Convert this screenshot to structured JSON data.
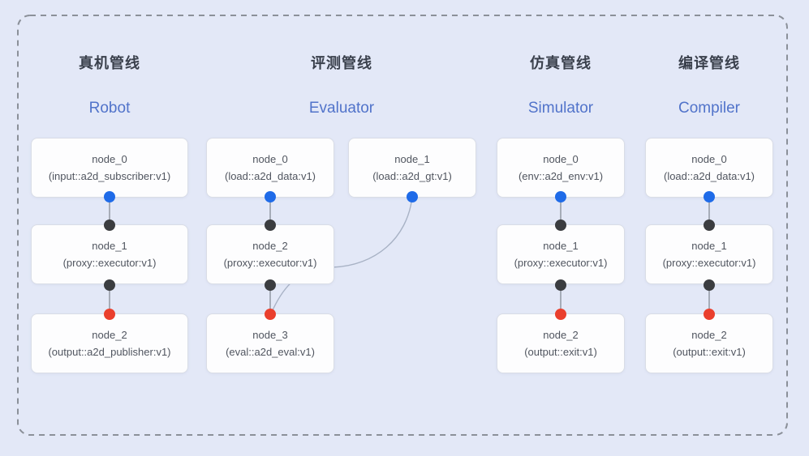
{
  "diagram": {
    "kind": "pipeline-graph",
    "colors": {
      "background": "#e3e8f7",
      "dashed_border": "#8b9099",
      "node_fill": "#fdfdfe",
      "node_border": "#d9dde6",
      "title_zh": "#3a404c",
      "title_en": "#5173ca",
      "input_port_dot": "#1f6be8",
      "link_dot": "#3b3d40",
      "output_port_dot": "#ea3f2d",
      "connector_line": "#8d939e",
      "cross_edge_curve": "#a8b2c5"
    }
  },
  "pipelines": [
    {
      "title_zh": "真机管线",
      "title_en": "Robot",
      "nodes": [
        {
          "name": "node_0",
          "type": "(input::a2d_subscriber:v1)"
        },
        {
          "name": "node_1",
          "type": "(proxy::executor:v1)"
        },
        {
          "name": "node_2",
          "type": "(output::a2d_publisher:v1)"
        }
      ]
    },
    {
      "title_zh": "评测管线",
      "title_en": "Evaluator",
      "nodes": [
        {
          "name": "node_0",
          "type": "(load::a2d_data:v1)"
        },
        {
          "name": "node_1",
          "type": "(load::a2d_gt:v1)"
        },
        {
          "name": "node_2",
          "type": "(proxy::executor:v1)"
        },
        {
          "name": "node_3",
          "type": "(eval::a2d_eval:v1)"
        }
      ]
    },
    {
      "title_zh": "仿真管线",
      "title_en": "Simulator",
      "nodes": [
        {
          "name": "node_0",
          "type": "(env::a2d_env:v1)"
        },
        {
          "name": "node_1",
          "type": "(proxy::executor:v1)"
        },
        {
          "name": "node_2",
          "type": "(output::exit:v1)"
        }
      ]
    },
    {
      "title_zh": "编译管线",
      "title_en": "Compiler",
      "nodes": [
        {
          "name": "node_0",
          "type": "(load::a2d_data:v1)"
        },
        {
          "name": "node_1",
          "type": "(proxy::executor:v1)"
        },
        {
          "name": "node_2",
          "type": "(output::exit:v1)"
        }
      ]
    }
  ],
  "edges": [
    {
      "from": "Robot.node_0",
      "to": "Robot.node_1"
    },
    {
      "from": "Robot.node_1",
      "to": "Robot.node_2"
    },
    {
      "from": "Evaluator.node_0",
      "to": "Evaluator.node_2"
    },
    {
      "from": "Evaluator.node_1",
      "to": "Evaluator.node_3"
    },
    {
      "from": "Evaluator.node_2",
      "to": "Evaluator.node_3"
    },
    {
      "from": "Simulator.node_0",
      "to": "Simulator.node_1"
    },
    {
      "from": "Simulator.node_1",
      "to": "Simulator.node_2"
    },
    {
      "from": "Compiler.node_0",
      "to": "Compiler.node_1"
    },
    {
      "from": "Compiler.node_1",
      "to": "Compiler.node_2"
    }
  ]
}
